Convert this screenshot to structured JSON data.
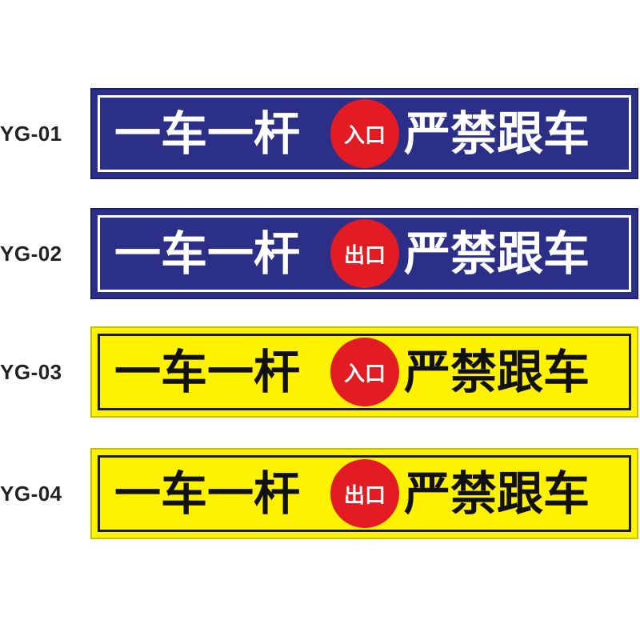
{
  "signs": [
    {
      "code": "YG-01",
      "left_text": "一车一杆",
      "badge": "入口",
      "right_text": "严禁跟车",
      "style": "blue"
    },
    {
      "code": "YG-02",
      "left_text": "一车一杆",
      "badge": "出口",
      "right_text": "严禁跟车",
      "style": "blue"
    },
    {
      "code": "YG-03",
      "left_text": "一车一杆",
      "badge": "入口",
      "right_text": "严禁跟车",
      "style": "yellow"
    },
    {
      "code": "YG-04",
      "left_text": "一车一杆",
      "badge": "出口",
      "right_text": "严禁跟车",
      "style": "yellow"
    }
  ],
  "colors": {
    "blue_background": "#2c2f87",
    "yellow_background": "#fff200",
    "badge_red": "#e31b23"
  }
}
